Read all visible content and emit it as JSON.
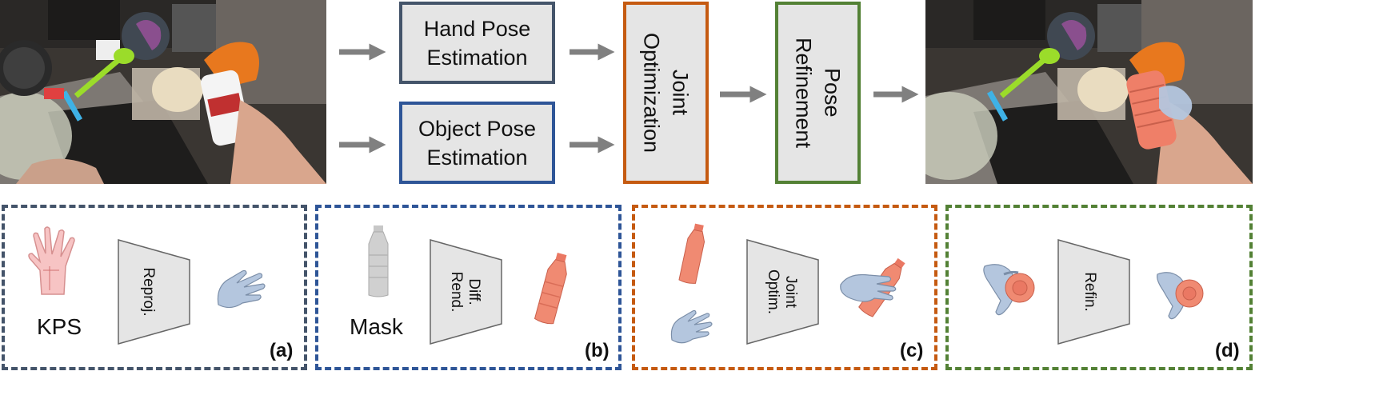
{
  "colors": {
    "hand_box": "#44546a",
    "object_box": "#2e5597",
    "joint_box": "#c55a11",
    "refine_box": "#538135",
    "arrow": "#808080",
    "box_fill": "#e5e5e5",
    "object_color": "#f08a72",
    "hand_mesh_color": "#b4c6de"
  },
  "pipeline": {
    "hand_pose": "Hand Pose\nEstimation",
    "object_pose": "Object Pose\nEstimation",
    "joint": "Joint\nOptimization",
    "refine": "Pose\nRefinement"
  },
  "panels": [
    {
      "tag": "(a)",
      "label": "KPS",
      "trap": "Reproj.",
      "icons": [
        "hand-keypoints-icon",
        "hand-mesh-icon"
      ]
    },
    {
      "tag": "(b)",
      "label": "Mask",
      "trap": "Diff.\nRend.",
      "icons": [
        "bottle-mask-icon",
        "bottle-mesh-icon"
      ]
    },
    {
      "tag": "(c)",
      "label": "",
      "trap": "Joint\nOptim.",
      "icons": [
        "bottle-mesh-icon",
        "hand-mesh-icon",
        "hand-holding-bottle-icon"
      ]
    },
    {
      "tag": "(d)",
      "label": "",
      "trap": "Refin.",
      "icons": [
        "hand-grasp-icon",
        "hand-grasp-refined-icon"
      ]
    }
  ]
}
